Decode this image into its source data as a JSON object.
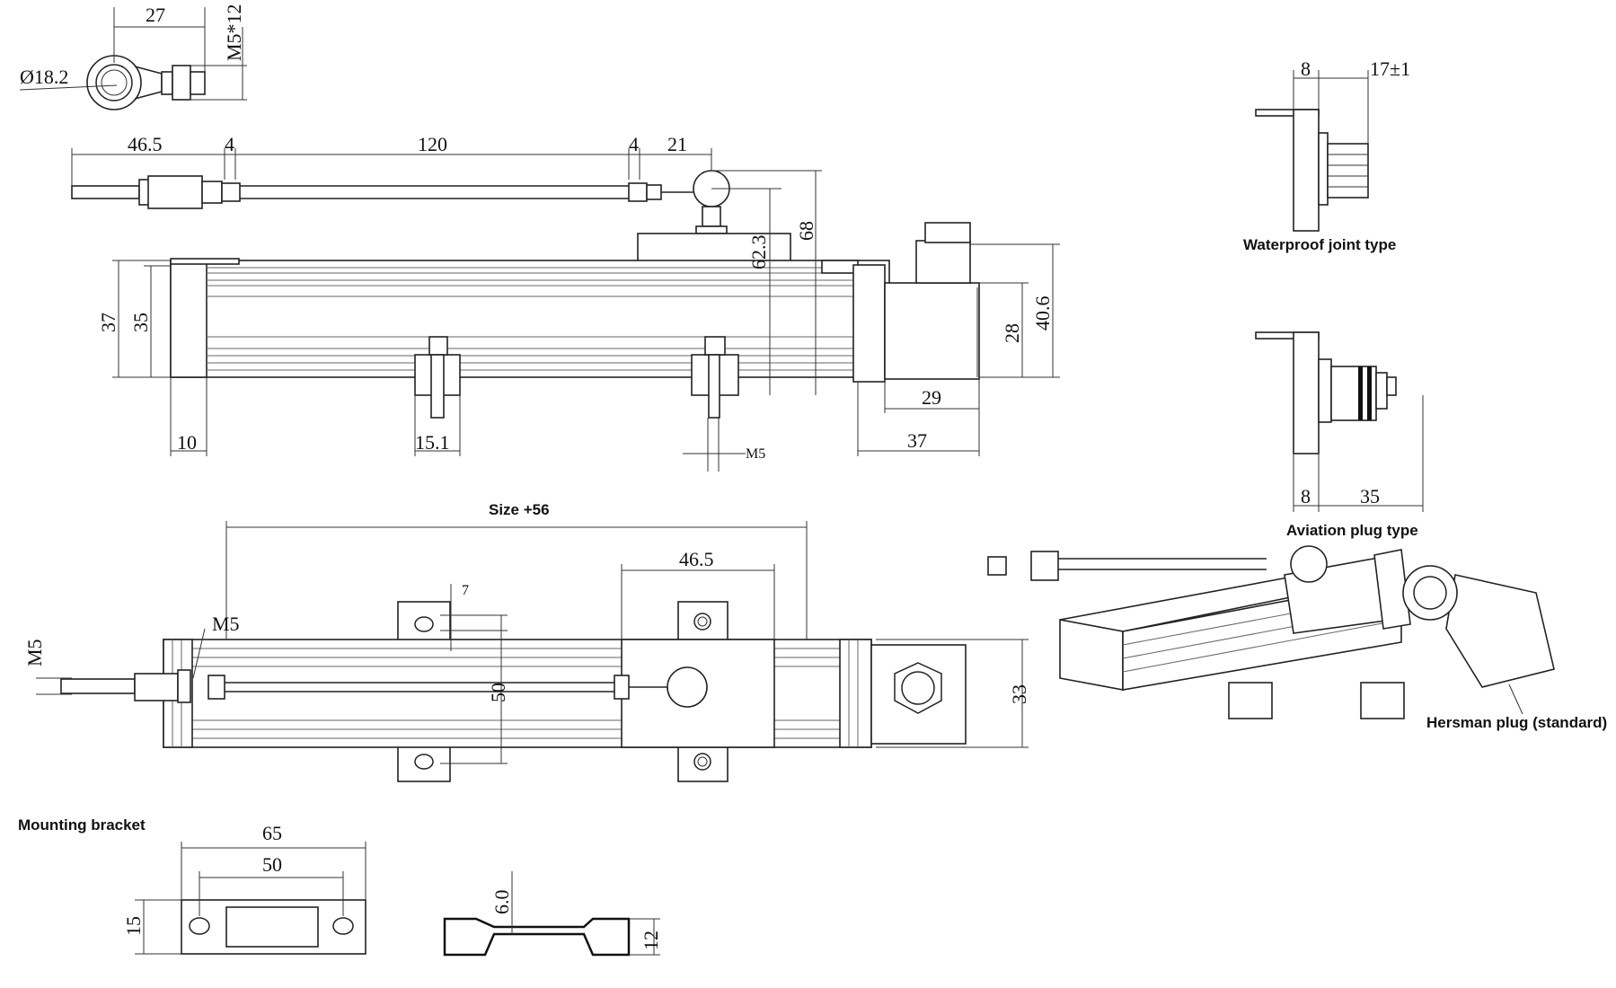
{
  "labels": {
    "waterproof": "Waterproof joint type",
    "aviation": "Aviation plug type",
    "hersman": "Hersman plug (standard)",
    "bracket": "Mounting bracket",
    "size": "Size +56"
  },
  "dims": {
    "d27": "27",
    "d182": "Ø18.2",
    "m512": "M5*12",
    "d465": "46.5",
    "d4a": "4",
    "d120": "120",
    "d4b": "4",
    "d21": "21",
    "d623": "62.3",
    "d68": "68",
    "d37a": "37",
    "d35": "35",
    "d10": "10",
    "d151": "15.1",
    "m5a": "M5",
    "d29": "29",
    "d37b": "37",
    "d28": "28",
    "d406": "40.6",
    "d8a": "8",
    "d17": "17±1",
    "d8b": "8",
    "d35b": "35",
    "d465b": "46.5",
    "d7": "7",
    "m5b": "M5",
    "m5c": "M5",
    "d50": "50",
    "d33": "33",
    "d65": "65",
    "d50b": "50",
    "d15": "15",
    "d60": "6.0",
    "d12": "12"
  }
}
